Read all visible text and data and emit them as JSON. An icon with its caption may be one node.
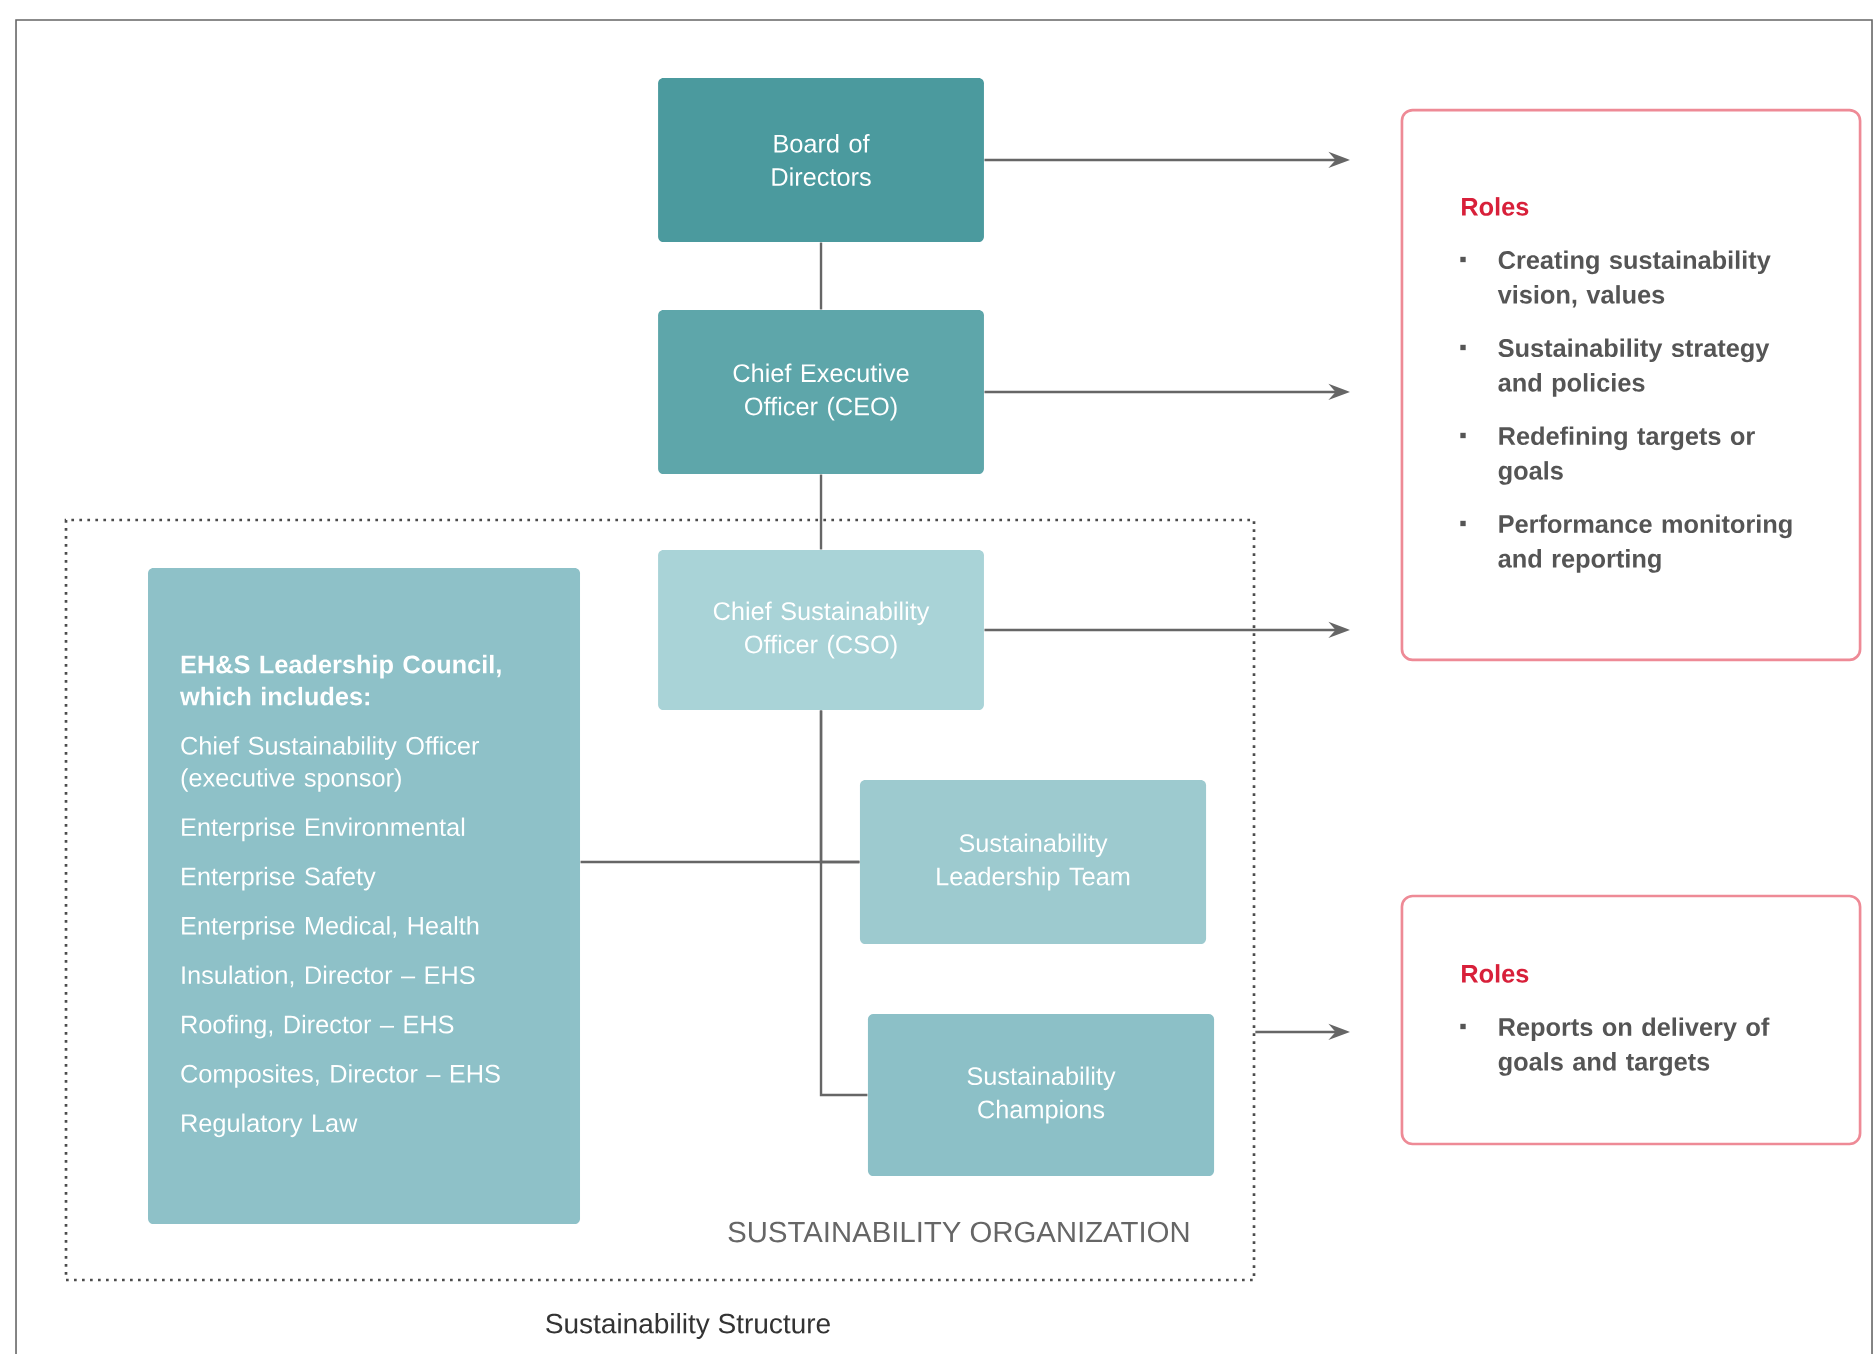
{
  "diagram": {
    "caption": "Sustainability Structure",
    "nodes": [
      {
        "text": [
          "Board of Directors"
        ]
      },
      {
        "text": [
          "Chief Executive Officer (CEO)"
        ]
      },
      {
        "text": [
          "SUSTAINABILITY ORGANIZATION"
        ]
      },
      {
        "text": [
          "Chief Sustainability Officer (CSO)"
        ],
        "in": 2
      },
      {
        "text": [
          "EH&S Leadership Council, which includes:",
          "Chief Sustainability Officer (executive sponsor)",
          "Enterprise Environmental",
          "Enterprise Safety",
          "Enterprise Medical, Health",
          "Insulation, Director – EHS",
          "Roofing,  Director – EHS",
          "Composites, Director – EHS",
          "Regulatory Law"
        ],
        "in": 2
      },
      {
        "text": [
          "Sustainability Leadership Team"
        ],
        "in": 2
      },
      {
        "text": [
          "Sustainability Champions"
        ],
        "in": 2
      },
      {
        "text": [
          "Roles",
          "Creating sustainability vision, values",
          "Sustainability strategy and policies",
          "Redefining targets or goals",
          "Performance monitoring and reporting"
        ]
      },
      {
        "text": [
          "Roles",
          "Reports on delivery of goals and targets"
        ]
      }
    ],
    "edges": [
      {
        "from": 0,
        "to": 1,
        "arrow": "none"
      },
      {
        "from": 1,
        "to": 3,
        "arrow": "none"
      },
      {
        "from": 3,
        "to": 5,
        "arrow": "none"
      },
      {
        "from": 3,
        "to": 6,
        "arrow": "none"
      },
      {
        "from": 4,
        "to": 5,
        "arrow": "none"
      },
      {
        "from": 0,
        "to": 7,
        "arrow": "to"
      },
      {
        "from": 1,
        "to": 7,
        "arrow": "to"
      },
      {
        "from": 3,
        "to": 7,
        "arrow": "to"
      },
      {
        "from": 2,
        "to": 8,
        "arrow": "to"
      }
    ]
  }
}
